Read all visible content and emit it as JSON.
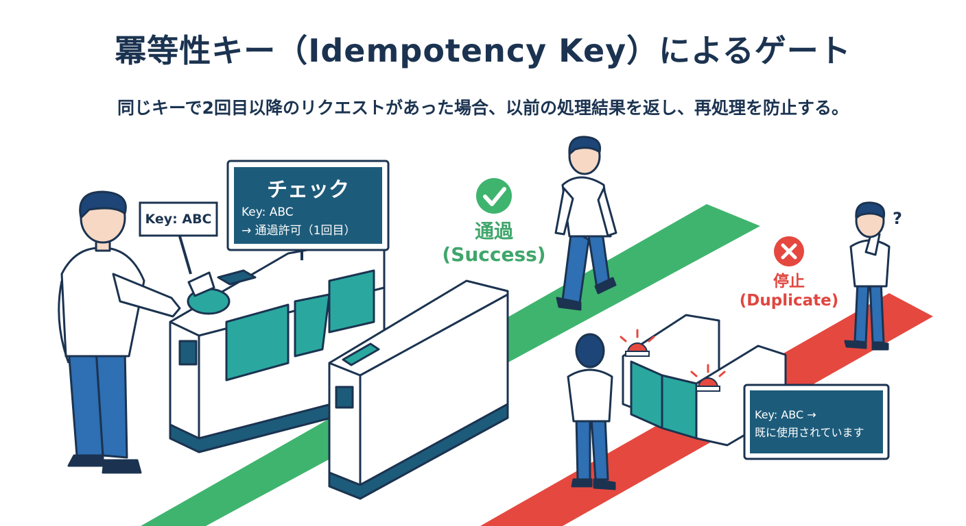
{
  "title": "冪等性キー（Idempotency Key）によるゲート",
  "subtitle": "同じキーで2回目以降のリクエストがあった場合、以前の処理結果を返し、再処理を防止する。",
  "sign": {
    "text": "Key: ABC"
  },
  "check_screen": {
    "title": "チェック",
    "line1": "Key: ABC",
    "line2": "→ 通過許可（1回目）"
  },
  "success": {
    "label": "通過",
    "sub": "(Success)"
  },
  "duplicate": {
    "label": "停止",
    "sub": "(Duplicate)"
  },
  "duplicate_screen": {
    "line1": "Key: ABC →",
    "line2": "既に使用されています"
  },
  "question_mark": "?",
  "colors": {
    "navy": "#1b3350",
    "green": "#3fb46e",
    "red": "#e5483f",
    "teal": "#2aa8a0",
    "screen": "#1d5b7a"
  }
}
